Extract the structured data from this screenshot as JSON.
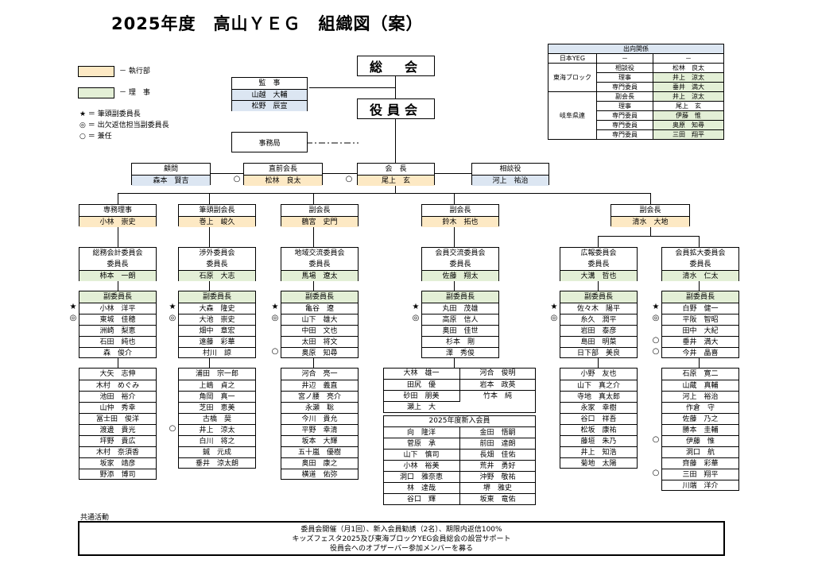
{
  "title": "2025年度　高山ＹＥＧ　組織図（案）",
  "legend": {
    "items": [
      {
        "label": "－ 執行部",
        "color": "#fde9c4"
      },
      {
        "label": "－ 理　事",
        "color": "#e3efd6"
      }
    ],
    "notes": [
      "★ ＝ 筆頭副委員長",
      "◎ ＝ 出欠返信担当副委員長",
      "○ ＝ 兼任"
    ]
  },
  "top": {
    "general_meeting": "総　会",
    "officers_meeting": "役員会",
    "secretariat": "事務局",
    "auditor": {
      "title": "監　事",
      "members": [
        "山越　大輔",
        "松野　辰宣"
      ]
    }
  },
  "leaders": [
    {
      "title": "顧問",
      "name": "森本　賢吉"
    },
    {
      "title": "直前会長",
      "name": "松林　良太"
    },
    {
      "title": "会　長",
      "name": "尾上　玄"
    },
    {
      "title": "相談役",
      "name": "河上　祐治"
    }
  ],
  "executives": [
    {
      "title": "専務理事",
      "name": "小林　崇史"
    },
    {
      "title": "筆頭副会長",
      "name": "巻上　峻久"
    },
    {
      "title": "副会長",
      "name": "鶴宮　史門"
    },
    {
      "title": "副会長",
      "name": "鈴木　拓也"
    },
    {
      "title": "副会長",
      "name": "清水　大地"
    }
  ],
  "committees": [
    {
      "name": "総務会計委員会",
      "role": "委員長",
      "chair": "柿本　一朗",
      "vice_title": "副委員長",
      "vice": [
        "小林　洋平",
        "東城　佳穂",
        "洲崎　梨恵",
        "石田　純也",
        "森　俊介"
      ],
      "vice_marks": [
        "★",
        "◎",
        "",
        "",
        ""
      ],
      "members": [
        "大矢　志伸",
        "木村　めぐみ",
        "池田　裕介",
        "山仲　秀幸",
        "冨士田　俊洋",
        "渡邊　貴光",
        "坪野　貴広",
        "木村　奈須香",
        "坂家　靖彦",
        "野添　博司"
      ],
      "member_marks": []
    },
    {
      "name": "渉外委員会",
      "role": "委員長",
      "chair": "石原　大志",
      "vice_title": "副委員長",
      "vice": [
        "大森　隆史",
        "大池　崇史",
        "畑中　章宏",
        "遠藤　彩華",
        "村川　諒"
      ],
      "vice_marks": [
        "★",
        "◎",
        "",
        "",
        ""
      ],
      "members": [
        "浦田　宗一郎",
        "上嶋　貞之",
        "角岡　真一",
        "芝田　恵美",
        "古橋　奨",
        "井上　涼太",
        "白川　将之",
        "鍼　元成",
        "垂井　涼太朗"
      ],
      "member_marks": [
        "",
        "",
        "",
        "",
        "",
        "○",
        "",
        "",
        ""
      ]
    },
    {
      "name": "地域交流委員会",
      "role": "委員長",
      "chair": "馬場　遼太",
      "vice_title": "副委員長",
      "vice": [
        "亀谷　遼",
        "山下　雄大",
        "中田　文也",
        "太田　将文",
        "奥原　知尋"
      ],
      "vice_marks": [
        "★",
        "◎",
        "",
        "",
        "○"
      ],
      "members": [
        "河合　亮一",
        "井辺　義直",
        "宮ノ腰　亮介",
        "永瀬　聡",
        "今川　貴允",
        "平野　幸清",
        "坂本　大輝",
        "五十嵐　優樹",
        "奥田　康之",
        "横道　佑弥"
      ],
      "member_marks": []
    },
    {
      "name": "会員交流委員会",
      "role": "委員長",
      "chair": "佐藤　翔太",
      "vice_title": "副委員長",
      "vice": [
        "丸田　茂雄",
        "高原　信人",
        "奥田　佳世",
        "杉本　剛",
        "澤　秀俊"
      ],
      "vice_marks": [
        "★",
        "◎",
        "",
        "",
        ""
      ],
      "members_left": [
        "大林　雄一",
        "田尻　優",
        "砂田　朋美",
        "瀬上　大"
      ],
      "members_right": [
        "河合　俊明",
        "岩本　政英",
        "竹本　純"
      ],
      "new_title": "2025年度新入会員",
      "new_left": [
        "向　隆洋",
        "菅原　承",
        "山下　慎司",
        "小林　裕美",
        "洞口　雅奈恵",
        "林　達哉",
        "谷口　輝"
      ],
      "new_right": [
        "金田　悟嗣",
        "前田　達朗",
        "長畑　佳佑",
        "荒井　勇好",
        "沖野　敬祐",
        "堺　雅史",
        "坂東　竜佑"
      ]
    },
    {
      "name": "広報委員会",
      "role": "委員長",
      "chair": "大溝　哲也",
      "vice_title": "副委員長",
      "vice": [
        "佐々木　陽平",
        "糸久　潤平",
        "岩田　泰彦",
        "島田　明菜",
        "日下部　美良"
      ],
      "vice_marks": [
        "★",
        "◎",
        "",
        "",
        ""
      ],
      "members": [
        "小野　友也",
        "山下　真之介",
        "寺地　真太郎",
        "永家　幸樹",
        "谷口　祥吾",
        "松坂　康祐",
        "藤垣　朱乃",
        "井上　知浩",
        "菊地　太陽"
      ],
      "member_marks": []
    },
    {
      "name": "会員拡大委員会",
      "role": "委員長",
      "chair": "清水　仁太",
      "vice_title": "副委員長",
      "vice": [
        "白野　健一",
        "平阪　智昭",
        "田中　大紀",
        "垂井　満大",
        "今井　晶喜"
      ],
      "vice_marks": [
        "★",
        "◎",
        "",
        "○",
        "○"
      ],
      "members": [
        "石原　寛二",
        "山蔵　真輔",
        "河上　裕治",
        "作倉　守",
        "佐藤　乃之",
        "勝本　圭輔",
        "伊藤　惟",
        "洞口　航",
        "齊藤　彩華",
        "三田　翔平",
        "川端　洋介"
      ],
      "member_marks": [
        "",
        "",
        "",
        "",
        "",
        "",
        "○",
        "",
        "",
        "○",
        ""
      ]
    }
  ],
  "secondment": {
    "title": "出向関係",
    "rows": [
      {
        "org": "日本YEG",
        "role": "－",
        "name": "－",
        "color": ""
      },
      {
        "org": "東海ブロック",
        "role": "相談役",
        "name": "松林　良太",
        "color": ""
      },
      {
        "org": "",
        "role": "理事",
        "name": "井上　涼太",
        "color": "#e3efd6"
      },
      {
        "org": "",
        "role": "専門委員",
        "name": "垂井　満大",
        "color": "#e3efd6"
      },
      {
        "org": "岐阜県連",
        "role": "副会長",
        "name": "井上　涼太",
        "color": "#e3efd6"
      },
      {
        "org": "",
        "role": "理事",
        "name": "尾上　玄",
        "color": ""
      },
      {
        "org": "",
        "role": "専門委員",
        "name": "伊藤　惟",
        "color": "#e3efd6"
      },
      {
        "org": "",
        "role": "専門委員",
        "name": "奥原　知尋",
        "color": "#e3efd6"
      },
      {
        "org": "",
        "role": "専門委員",
        "name": "三田　翔平",
        "color": "#e3efd6"
      }
    ]
  },
  "common": {
    "label": "共通活動",
    "lines": [
      "委員会開催（月1回）、新入会員勧誘（2名）、期限内返信100%",
      "キッズフェスタ2025及び東海ブロックYEG会員総会の設営サポート",
      "役員会へのオブザーバー参加メンバーを募る"
    ]
  }
}
